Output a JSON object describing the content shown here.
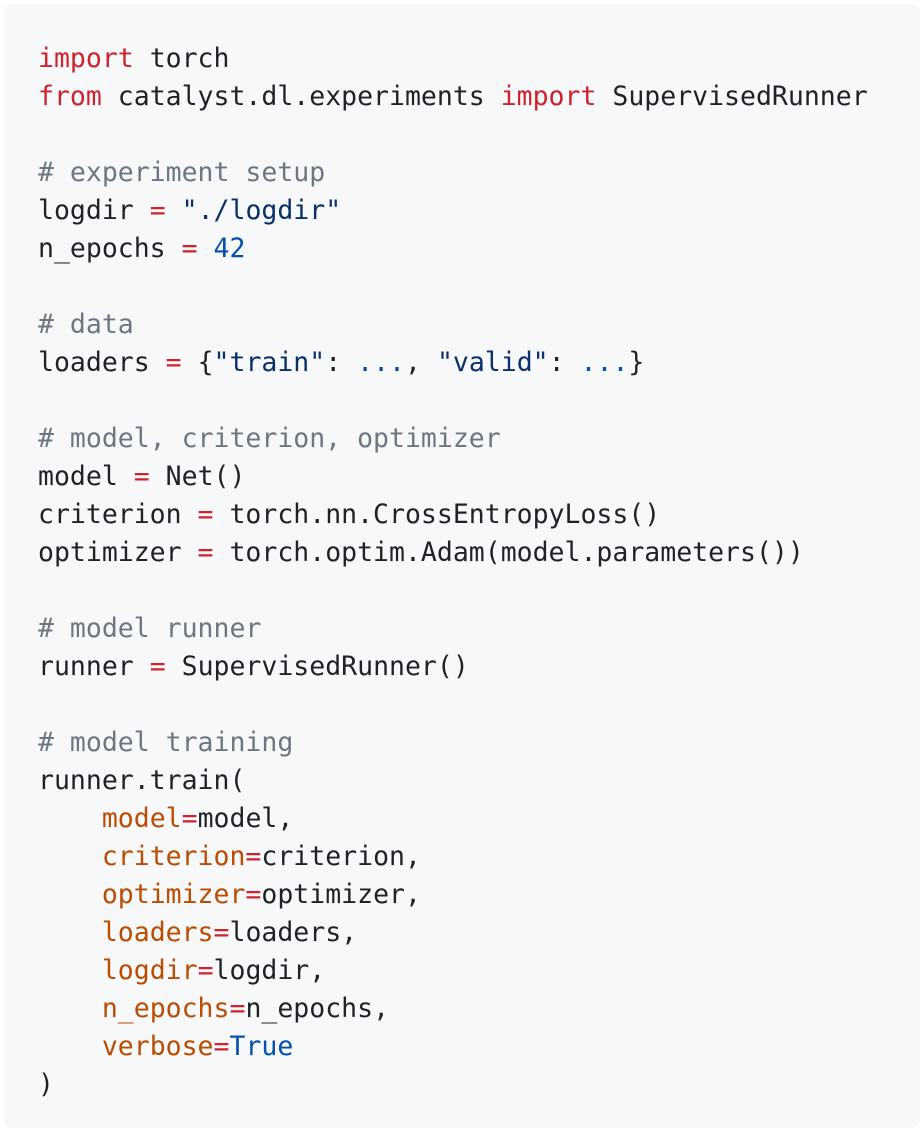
{
  "code": {
    "lines": [
      [
        {
          "t": "import",
          "c": "kw"
        },
        {
          "t": " torch",
          "c": ""
        }
      ],
      [
        {
          "t": "from",
          "c": "kw"
        },
        {
          "t": " catalyst.dl.experiments ",
          "c": ""
        },
        {
          "t": "import",
          "c": "kw"
        },
        {
          "t": " SupervisedRunner",
          "c": ""
        }
      ],
      [],
      [
        {
          "t": "# experiment setup",
          "c": "cm"
        }
      ],
      [
        {
          "t": "logdir ",
          "c": ""
        },
        {
          "t": "=",
          "c": "op"
        },
        {
          "t": " ",
          "c": ""
        },
        {
          "t": "\"./logdir\"",
          "c": "str"
        }
      ],
      [
        {
          "t": "n_epochs ",
          "c": ""
        },
        {
          "t": "=",
          "c": "op"
        },
        {
          "t": " ",
          "c": ""
        },
        {
          "t": "42",
          "c": "num"
        }
      ],
      [],
      [
        {
          "t": "# data",
          "c": "cm"
        }
      ],
      [
        {
          "t": "loaders ",
          "c": ""
        },
        {
          "t": "=",
          "c": "op"
        },
        {
          "t": " {",
          "c": ""
        },
        {
          "t": "\"train\"",
          "c": "str"
        },
        {
          "t": ": ",
          "c": ""
        },
        {
          "t": "...",
          "c": "ell"
        },
        {
          "t": ", ",
          "c": ""
        },
        {
          "t": "\"valid\"",
          "c": "str"
        },
        {
          "t": ": ",
          "c": ""
        },
        {
          "t": "...",
          "c": "ell"
        },
        {
          "t": "}",
          "c": ""
        }
      ],
      [],
      [
        {
          "t": "# model, criterion, optimizer",
          "c": "cm"
        }
      ],
      [
        {
          "t": "model ",
          "c": ""
        },
        {
          "t": "=",
          "c": "op"
        },
        {
          "t": " Net()",
          "c": ""
        }
      ],
      [
        {
          "t": "criterion ",
          "c": ""
        },
        {
          "t": "=",
          "c": "op"
        },
        {
          "t": " torch.nn.CrossEntropyLoss()",
          "c": ""
        }
      ],
      [
        {
          "t": "optimizer ",
          "c": ""
        },
        {
          "t": "=",
          "c": "op"
        },
        {
          "t": " torch.optim.Adam(model.parameters())",
          "c": ""
        }
      ],
      [],
      [
        {
          "t": "# model runner",
          "c": "cm"
        }
      ],
      [
        {
          "t": "runner ",
          "c": ""
        },
        {
          "t": "=",
          "c": "op"
        },
        {
          "t": " SupervisedRunner()",
          "c": ""
        }
      ],
      [],
      [
        {
          "t": "# model training",
          "c": "cm"
        }
      ],
      [
        {
          "t": "runner.train(",
          "c": ""
        }
      ],
      [
        {
          "t": "    ",
          "c": ""
        },
        {
          "t": "model",
          "c": "param"
        },
        {
          "t": "=",
          "c": "op"
        },
        {
          "t": "model,",
          "c": ""
        }
      ],
      [
        {
          "t": "    ",
          "c": ""
        },
        {
          "t": "criterion",
          "c": "param"
        },
        {
          "t": "=",
          "c": "op"
        },
        {
          "t": "criterion,",
          "c": ""
        }
      ],
      [
        {
          "t": "    ",
          "c": ""
        },
        {
          "t": "optimizer",
          "c": "param"
        },
        {
          "t": "=",
          "c": "op"
        },
        {
          "t": "optimizer,",
          "c": ""
        }
      ],
      [
        {
          "t": "    ",
          "c": ""
        },
        {
          "t": "loaders",
          "c": "param"
        },
        {
          "t": "=",
          "c": "op"
        },
        {
          "t": "loaders,",
          "c": ""
        }
      ],
      [
        {
          "t": "    ",
          "c": ""
        },
        {
          "t": "logdir",
          "c": "param"
        },
        {
          "t": "=",
          "c": "op"
        },
        {
          "t": "logdir,",
          "c": ""
        }
      ],
      [
        {
          "t": "    ",
          "c": ""
        },
        {
          "t": "n_epochs",
          "c": "param"
        },
        {
          "t": "=",
          "c": "op"
        },
        {
          "t": "n_epochs,",
          "c": ""
        }
      ],
      [
        {
          "t": "    ",
          "c": ""
        },
        {
          "t": "verbose",
          "c": "param"
        },
        {
          "t": "=",
          "c": "op"
        },
        {
          "t": "True",
          "c": "const"
        }
      ],
      [
        {
          "t": ")",
          "c": ""
        }
      ]
    ]
  },
  "colors": {
    "background": "#f6f8fa",
    "keyword": "#cf222e",
    "comment": "#6e7781",
    "string": "#0a3069",
    "number": "#0550ae",
    "parameter": "#bc4c00",
    "text": "#1f2328"
  }
}
